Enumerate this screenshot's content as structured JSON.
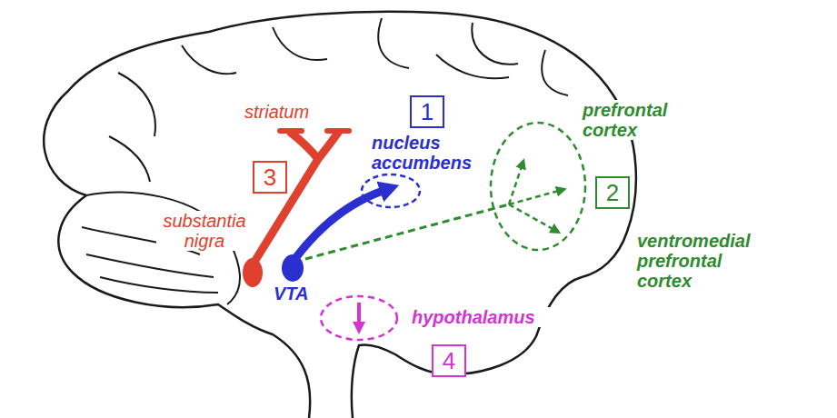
{
  "diagram": {
    "nodes": [
      {
        "text": [
          "1"
        ]
      },
      {
        "text": [
          "3"
        ]
      },
      {
        "text": [
          "2"
        ]
      },
      {
        "text": [
          "4"
        ]
      }
    ],
    "labels": [
      "striatum",
      "nucleus accumbens",
      "prefrontal cortex",
      "substantia nigra",
      "ventromedial prefrontal cortex",
      "VTA",
      "hypothalamus"
    ]
  }
}
